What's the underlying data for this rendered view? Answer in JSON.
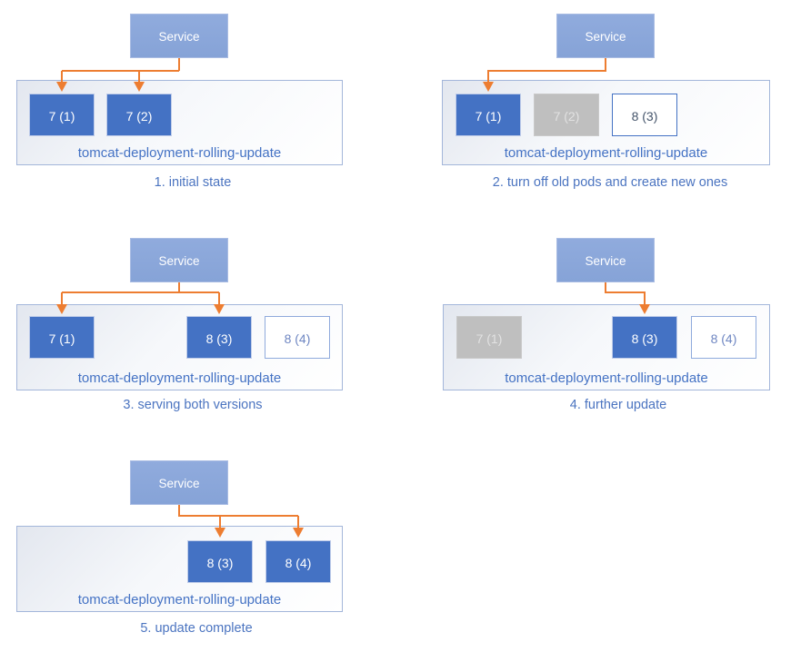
{
  "colors": {
    "pod_active_fill": "#4472C4",
    "pod_active_text": "#FFFFFF",
    "pod_stopped_fill": "#BFBFBF",
    "pod_stopped_text": "#E2E2E2",
    "pod_new_border_strong": "#4472C4",
    "pod_new_border_light": "#8FAADC",
    "service_fill": "#8CA9DB",
    "deployment_border": "#A3B6DA",
    "deployment_label_text": "#4472C4",
    "caption_text": "#4B74C0",
    "arrow": "#ED7D31"
  },
  "stages": [
    {
      "caption": "1. initial state",
      "service_label": "Service",
      "deployment_label": "tomcat-deployment-rolling-update",
      "pods": [
        {
          "label": "7 (1)",
          "state": "active",
          "receiving_traffic": true
        },
        {
          "label": "7 (2)",
          "state": "active",
          "receiving_traffic": true
        }
      ]
    },
    {
      "caption": "2. turn off old pods and create new ones",
      "service_label": "Service",
      "deployment_label": "tomcat-deployment-rolling-update",
      "pods": [
        {
          "label": "7 (1)",
          "state": "active",
          "receiving_traffic": true
        },
        {
          "label": "7 (2)",
          "state": "stopped",
          "receiving_traffic": false
        },
        {
          "label": "8 (3)",
          "state": "new",
          "receiving_traffic": false
        }
      ]
    },
    {
      "caption": "3. serving both versions",
      "service_label": "Service",
      "deployment_label": "tomcat-deployment-rolling-update",
      "pods": [
        {
          "label": "7 (1)",
          "state": "active",
          "receiving_traffic": true
        },
        {
          "label": "8 (3)",
          "state": "active",
          "receiving_traffic": true
        },
        {
          "label": "8 (4)",
          "state": "new",
          "receiving_traffic": false
        }
      ]
    },
    {
      "caption": "4. further update",
      "service_label": "Service",
      "deployment_label": "tomcat-deployment-rolling-update",
      "pods": [
        {
          "label": "7 (1)",
          "state": "stopped",
          "receiving_traffic": false
        },
        {
          "label": "8 (3)",
          "state": "active",
          "receiving_traffic": true
        },
        {
          "label": "8 (4)",
          "state": "new",
          "receiving_traffic": false
        }
      ]
    },
    {
      "caption": "5. update complete",
      "service_label": "Service",
      "deployment_label": "tomcat-deployment-rolling-update",
      "pods": [
        {
          "label": "8 (3)",
          "state": "active",
          "receiving_traffic": true
        },
        {
          "label": "8 (4)",
          "state": "active",
          "receiving_traffic": true
        }
      ]
    }
  ]
}
